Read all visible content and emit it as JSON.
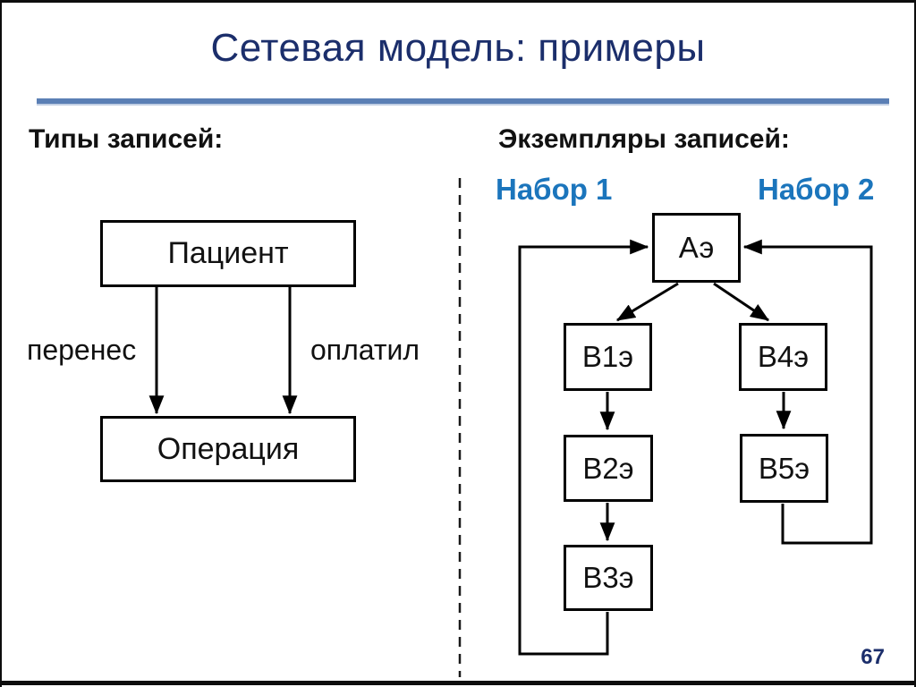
{
  "slide": {
    "title": "Сетевая модель: примеры",
    "page_number": "67",
    "colors": {
      "title_navy": "#1b2e6b",
      "rule_blue": "#5b7fb5",
      "set_label_blue": "#1b75bc",
      "diagram_black": "#000000",
      "background": "#ffffff"
    }
  },
  "left_panel": {
    "heading": "Типы записей:",
    "nodes": {
      "patient": "Пациент",
      "operation": "Операция"
    },
    "edge_labels": {
      "left": "перенес",
      "right": "оплатил"
    },
    "edges": [
      {
        "from": "Пациент",
        "to": "Операция",
        "label": "перенес"
      },
      {
        "from": "Пациент",
        "to": "Операция",
        "label": "оплатил"
      }
    ]
  },
  "right_panel": {
    "heading": "Экземпляры записей:",
    "set1_label": "Набор 1",
    "set2_label": "Набор 2",
    "nodes": {
      "a": "Аэ",
      "b1": "В1э",
      "b2": "В2э",
      "b3": "В3э",
      "b4": "В4э",
      "b5": "В5э"
    },
    "edges": [
      {
        "from": "Аэ",
        "to": "В1э"
      },
      {
        "from": "В1э",
        "to": "В2э"
      },
      {
        "from": "В2э",
        "to": "В3э"
      },
      {
        "from": "В3э",
        "to": "Аэ"
      },
      {
        "from": "Аэ",
        "to": "В4э"
      },
      {
        "from": "В4э",
        "to": "В5э"
      },
      {
        "from": "В5э",
        "to": "Аэ"
      }
    ]
  }
}
